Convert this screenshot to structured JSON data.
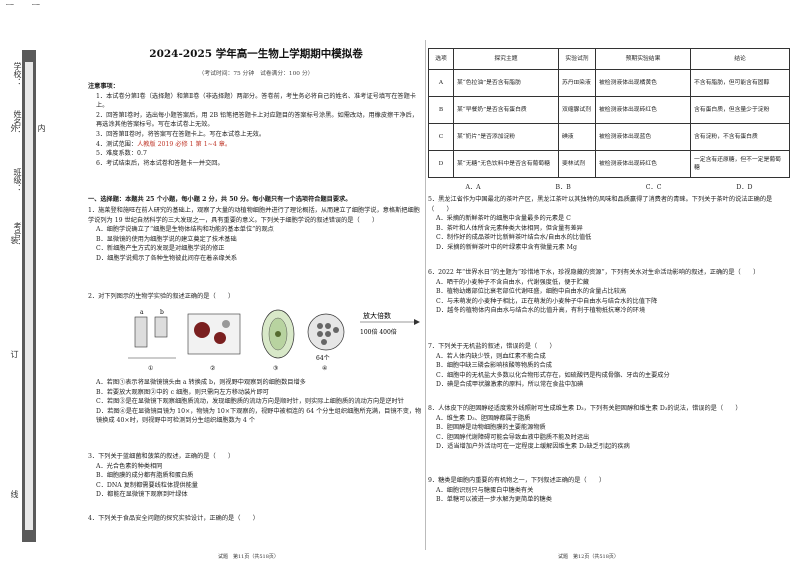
{
  "title": "2024-2025 学年高一生物上学期期中模拟卷",
  "subtitle": "（考试时间：75 分钟　试卷满分：100 分）",
  "side": {
    "dots": "……………………………………………………………………………………………………………………………………………………………………………………………………………………",
    "labels_outer": [
      "外",
      "装",
      "订",
      "线"
    ],
    "labels_inner": [
      "内"
    ],
    "fields": [
      "学校：",
      "姓名：",
      "班级：",
      "考号："
    ]
  },
  "notes": {
    "heading": "注意事项：",
    "items": [
      "1．本试卷分第Ⅰ卷（选择题）和第Ⅱ卷（非选择题）两部分。答卷前，考生务必将自己的姓名、准考证号填写在答题卡上。",
      "2．回答第Ⅰ卷时，选出每小题答案后，用 2B 铅笔把答题卡上对应题目的答案标号涂黑。如需改动，用橡皮擦干净后，再选涂其他答案标号。写在本试卷上无效。",
      "3．回答第Ⅱ卷时，将答案写在答题卡上。写在本试卷上无效。"
    ],
    "item4_prefix": "4．测试范围：",
    "item4_red": "人教版 2019 必修 1 第 1~4 章。",
    "item5": "5．难度系数：0.7",
    "item6": "6．考试结束后，将本试卷和答题卡一并交回。"
  },
  "section1": "一、选择题：本题共 25 个小题，每小题 2 分，共 50 分。每小题只有一个选项符合题目要求。",
  "q1": {
    "stem": "1．施莱登和施旺在前人研究的基础上，观察了大量的动植物细胞并进行了理论概括，从而建立了细胞学说，意格斯把细胞学说列为 19 世纪自然科学的三大发现之一，具有重要的意义。下列关于细胞学说的叙述错误的是（　　）",
    "options": [
      "A．细胞学说确立了“细胞是生物体结构和功能的基本单位”的观点",
      "B．显微镜的使用为细胞学说的建立奠定了技术基础",
      "C．新细胞产生方式的发现是对细胞学说的修正",
      "D．细胞学说揭示了各种生物彼此间存在着亲缘关系"
    ]
  },
  "q2": {
    "stem": "2．对下列图示的生物学实验的叙述正确的是（　　）",
    "fig_labels": [
      "a",
      "b",
      "①",
      "②",
      "③",
      "④",
      "放大倍数",
      "100倍 400倍",
      "64个"
    ],
    "options": [
      "A．若图①表示将显微镜镜头由 a 转换成 b，则视野中观察到的细胞数目增多",
      "B．若要放大观察图②中的 c 细胞，则只需向左方移动装片即可",
      "C．若图③是在显微镜下观察细胞质流动，发现细胞质的流动方向是顺时针，则实际上细胞质的流动方向是逆时针",
      "D．若图④是在显微镜目镜为 10×，物镜为 10×下观察的，视野中被相连的 64 个分生组织细胞所充满，目镜不变，物镜换成 40×时，则视野中可检测到分生组织细胞数为 4 个"
    ]
  },
  "q3": {
    "stem": "3．下列关于蓝细菌和菠菜的叙述，正确的是（　　）",
    "options": [
      "A．光合色素的种类相同",
      "B．细胞膜的成分都有脂质和蛋白质",
      "C．DNA 复制都需要线粒体提供能量",
      "D．都能在显微镜下观察到叶绿体"
    ]
  },
  "q4": {
    "stem": "4．下列关于食品安全问题的探究实验设计，正确的是（　　）"
  },
  "table": {
    "headers": [
      "选项",
      "探究主题",
      "实验试剂",
      "预期实验结果",
      "结论"
    ],
    "rows": [
      [
        "A",
        "某“色拉油”是否含有脂肪",
        "苏丹Ⅲ染液",
        "被检测液体出现橘黄色",
        "不含有脂肪，但可能含有固醇"
      ],
      [
        "B",
        "某“早餐奶”是否含有蛋白质",
        "双缩脲试剂",
        "被检测液体出现砖红色",
        "含有蛋白质，但含量少于淀粉"
      ],
      [
        "C",
        "某“奶片”是否添加淀粉",
        "碘液",
        "被检测液体出现蓝色",
        "含有淀粉，不含有蛋白质"
      ],
      [
        "D",
        "某“无糖”无色饮料中是否含有葡萄糖",
        "斐林试剂",
        "被检测液体出现砖红色",
        "一定含有还原糖，但不一定是葡萄糖"
      ]
    ]
  },
  "q4_answers": [
    "A．A",
    "B．B",
    "C．C",
    "D．D"
  ],
  "q5": {
    "stem": "5．黑龙江省作为中国最北的茶叶产区，黑龙江茶叶以其独特的风味和品质赢得了消费者的青睐。下列关于茶叶的说法正确的是（　　）",
    "options": [
      "A．采摘的新鲜茶叶的细胞中含量最多的元素是 C",
      "B．茶叶和人体所含元素种类大体相同，但含量有差异",
      "C．制作好的成品茶叶比新鲜茶叶结合水/自由水的比值低",
      "D．采摘的新鲜茶叶中的叶绿素中含有微量元素 Mg"
    ]
  },
  "q6": {
    "stem": "6．2022 年“世界水日”的主题为“珍惜地下水，珍视隐藏的资源”，下列有关水对生命活动影响的叙述，正确的是（　　）",
    "options": [
      "A．晒干的小麦种子不含自由水，代谢强度低，便于贮藏",
      "B．植物幼嫩部位比衰老部位代谢旺盛，细胞中自由水的含量占比较高",
      "C．与未萌发的小麦种子相比，正在萌发的小麦种子中自由水与结合水的比值下降",
      "D．越冬的植物体内自由水与结合水的比值升高，有利于植物抵抗寒冷的环境"
    ]
  },
  "q7": {
    "stem": "7．下列关于无机盐的叙述，错误的是（　　）",
    "options": [
      "A．若人体内缺少铁，则血红素不能合成",
      "B．细胞中缺三磷会影响核酸等物质的合成",
      "C．细胞中的无机盐大多数以化合物形式存在，如硫酸钙是构成骨骼、牙齿的主要成分",
      "D．碘是合成甲状腺激素的原料，所以常在食盐中加碘"
    ]
  },
  "q8": {
    "stem": "8．人体皮下的胆固醇经适度紫外线照射可生成维生素 D₃，下列有关胆固醇和维生素 D₃的说法，错误的是（　　）",
    "options": [
      "A．维生素 D₃、胆固醇都属于脂质",
      "B．胆固醇是动物细胞膜的主要能源物质",
      "C．胆固醇代谢障碍可能会导致血液中脂质不能及时运出",
      "D．适当增加户外活动可在一定程度上缓解因维生素 D₃缺乏引起的疾病"
    ]
  },
  "q9": {
    "stem": "9．糖类是细胞内重要的有机物之一，下列叙述正确的是（　　）",
    "options": [
      "A．细胞识别只与糖蛋白中糖类有关",
      "B．单糖可以被进一步水解为更简单的糖类"
    ]
  },
  "footer_left": "试题　第11页（共518页）",
  "footer_right": "试题　第12页（共518页）"
}
